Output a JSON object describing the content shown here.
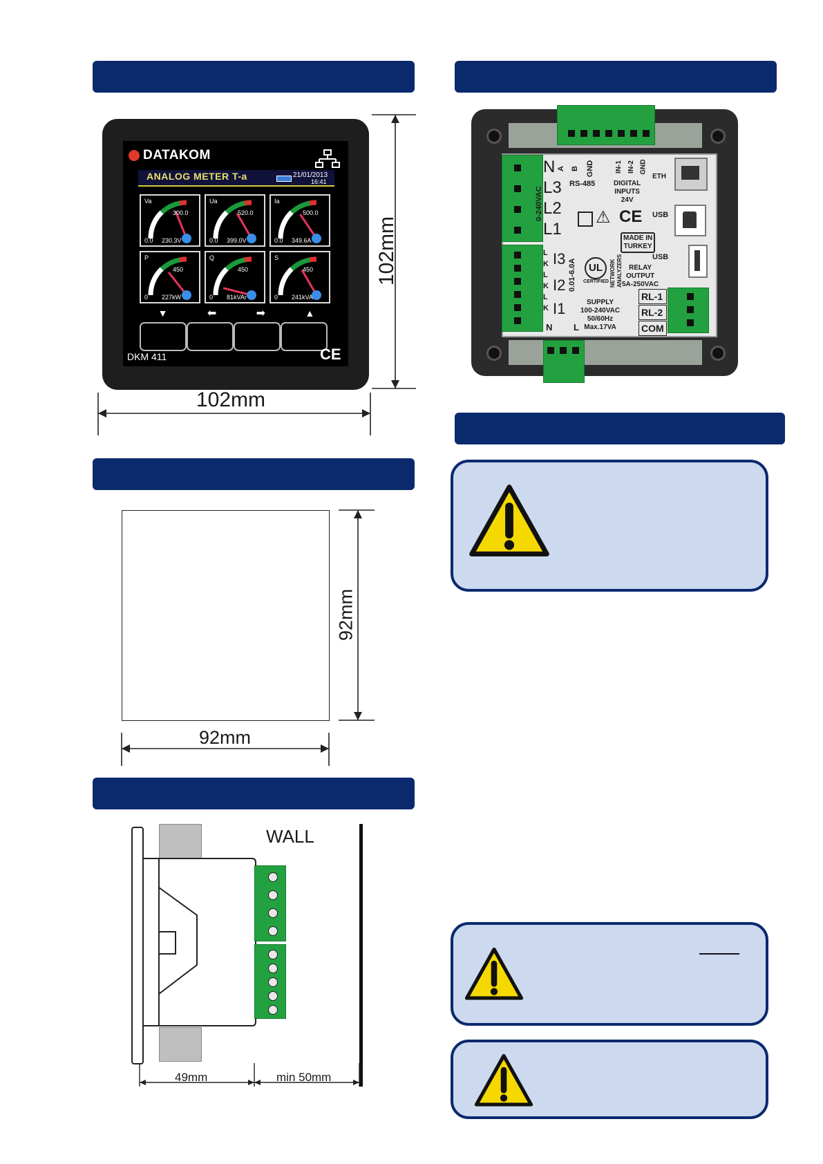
{
  "front": {
    "brand": "DATAKOM",
    "screen_title": "ANALOG METER T-a",
    "date": "21/01/2013",
    "time": "16:41",
    "model": "DKM 411",
    "width_dim": "102mm",
    "height_dim": "102mm",
    "gauges": [
      {
        "label": "Va",
        "max": "300.0",
        "min": "0.0",
        "value": "230.3V"
      },
      {
        "label": "Ua",
        "max": "520.0",
        "min": "0.0",
        "value": "399.0V"
      },
      {
        "label": "Ia",
        "max": "500.0",
        "min": "0.0",
        "value": "349.6A"
      },
      {
        "label": "P",
        "max": "450",
        "min": "0",
        "value": "227kW"
      },
      {
        "label": "Q",
        "max": "450",
        "min": "0",
        "value": "81kVAr"
      },
      {
        "label": "S",
        "max": "450",
        "min": "0",
        "value": "241kVA"
      }
    ]
  },
  "back": {
    "terminals_voltage": [
      "N",
      "L3",
      "L2",
      "L1"
    ],
    "voltage_range": "0-240VAC",
    "rs485_pins": [
      "A",
      "B",
      "GND"
    ],
    "rs485": "RS-485",
    "digital_pins": [
      "IN-1",
      "IN-2",
      "GND"
    ],
    "digital_inputs": [
      "DIGITAL",
      "INPUTS",
      "24V"
    ],
    "eth": "ETH",
    "usb_label": "USB",
    "usb_label2": "USB",
    "made_in": [
      "MADE IN",
      "TURKEY"
    ],
    "current_range": "0.01-6.0A",
    "current_inputs": [
      "I3",
      "I2",
      "I1"
    ],
    "lk": [
      "L",
      "K",
      "L",
      "K",
      "L",
      "K"
    ],
    "network": [
      "NETWORK",
      "ANALYZERS"
    ],
    "certified": "CERTIFIED",
    "relay": [
      "RELAY",
      "OUTPUT",
      "5A-250VAC"
    ],
    "relay_pins": [
      "RL-1",
      "RL-2",
      "COM"
    ],
    "supply": [
      "SUPPLY",
      "100-240VAC",
      "50/60Hz",
      "Max.17VA"
    ],
    "supply_n": "N",
    "supply_l": "L"
  },
  "cutout": {
    "width_dim": "92mm",
    "height_dim": "92mm"
  },
  "side": {
    "wall": "WALL",
    "depth": "49mm",
    "clearance": "min 50mm"
  }
}
